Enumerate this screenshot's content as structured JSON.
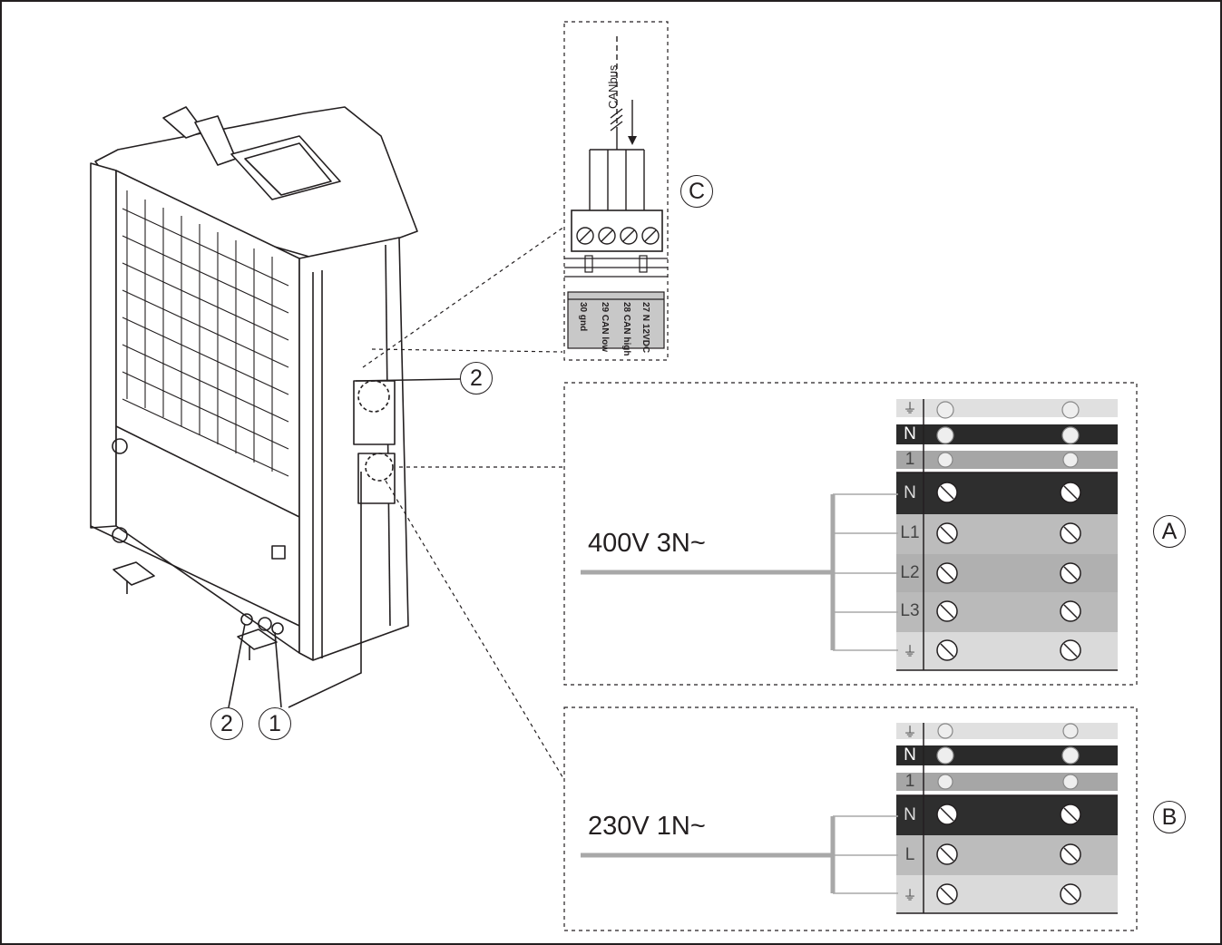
{
  "diagram": {
    "section_a": {
      "label": "A",
      "supply": "400V 3N~",
      "terminals": [
        "⏚",
        "N",
        "1",
        "N",
        "L1",
        "L2",
        "L3",
        "⏚"
      ]
    },
    "section_b": {
      "label": "B",
      "supply": "230V 1N~",
      "terminals": [
        "⏚",
        "N",
        "1",
        "N",
        "L",
        "⏚"
      ]
    },
    "section_c": {
      "label": "C",
      "bus": "CANbus",
      "pins": [
        "27 N 12VDC",
        "28 CAN high",
        "29 CAN low",
        "30 gnd"
      ]
    },
    "callouts": {
      "one": "1",
      "two": "2"
    }
  },
  "colors": {
    "stroke": "#231f20",
    "dark_band": "#2a2a2a",
    "mid_band": "#9a9a9a",
    "light_band": "#d8d8d8",
    "cable": "#a8a8a8"
  }
}
